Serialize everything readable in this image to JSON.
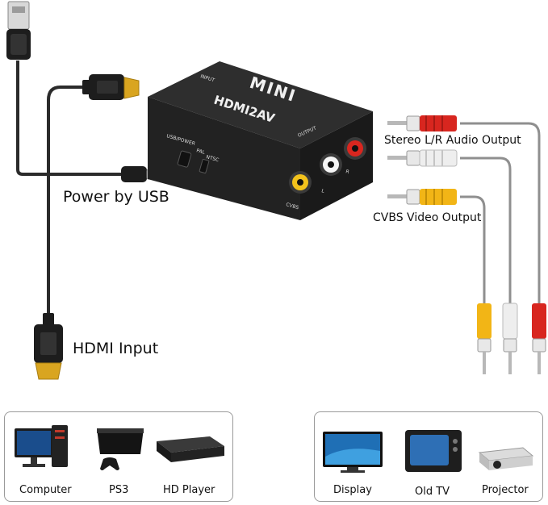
{
  "device": {
    "brand": "MINI",
    "model": "HDMI2AV",
    "port_labels": {
      "input": "INPUT",
      "output": "OUTPUT",
      "usb_power": "USB/POWER",
      "pal": "PAL",
      "ntsc": "NTSC",
      "cvbs": "CVBS",
      "left": "L",
      "right": "R"
    }
  },
  "labels": {
    "power": "Power by USB",
    "hdmi_input": "HDMI Input",
    "audio_output": "Stereo L/R Audio Output",
    "video_output": "CVBS Video Output"
  },
  "sources": [
    {
      "label": "Computer",
      "icon": "computer-icon"
    },
    {
      "label": "PS3",
      "icon": "ps3-console-icon"
    },
    {
      "label": "HD Player",
      "icon": "hd-player-icon"
    }
  ],
  "displays": [
    {
      "label": "Display",
      "icon": "display-icon"
    },
    {
      "label": "Old TV",
      "icon": "old-tv-icon"
    },
    {
      "label": "Projector",
      "icon": "projector-icon"
    }
  ],
  "colors": {
    "device_body": "#2a2a2a",
    "rca_yellow": "#f2b516",
    "rca_white": "#eeeeee",
    "rca_red": "#d8261f",
    "connector_gold": "#d9a520",
    "cable": "#2b2b2b",
    "rca_cable": "#8f8f8f"
  }
}
